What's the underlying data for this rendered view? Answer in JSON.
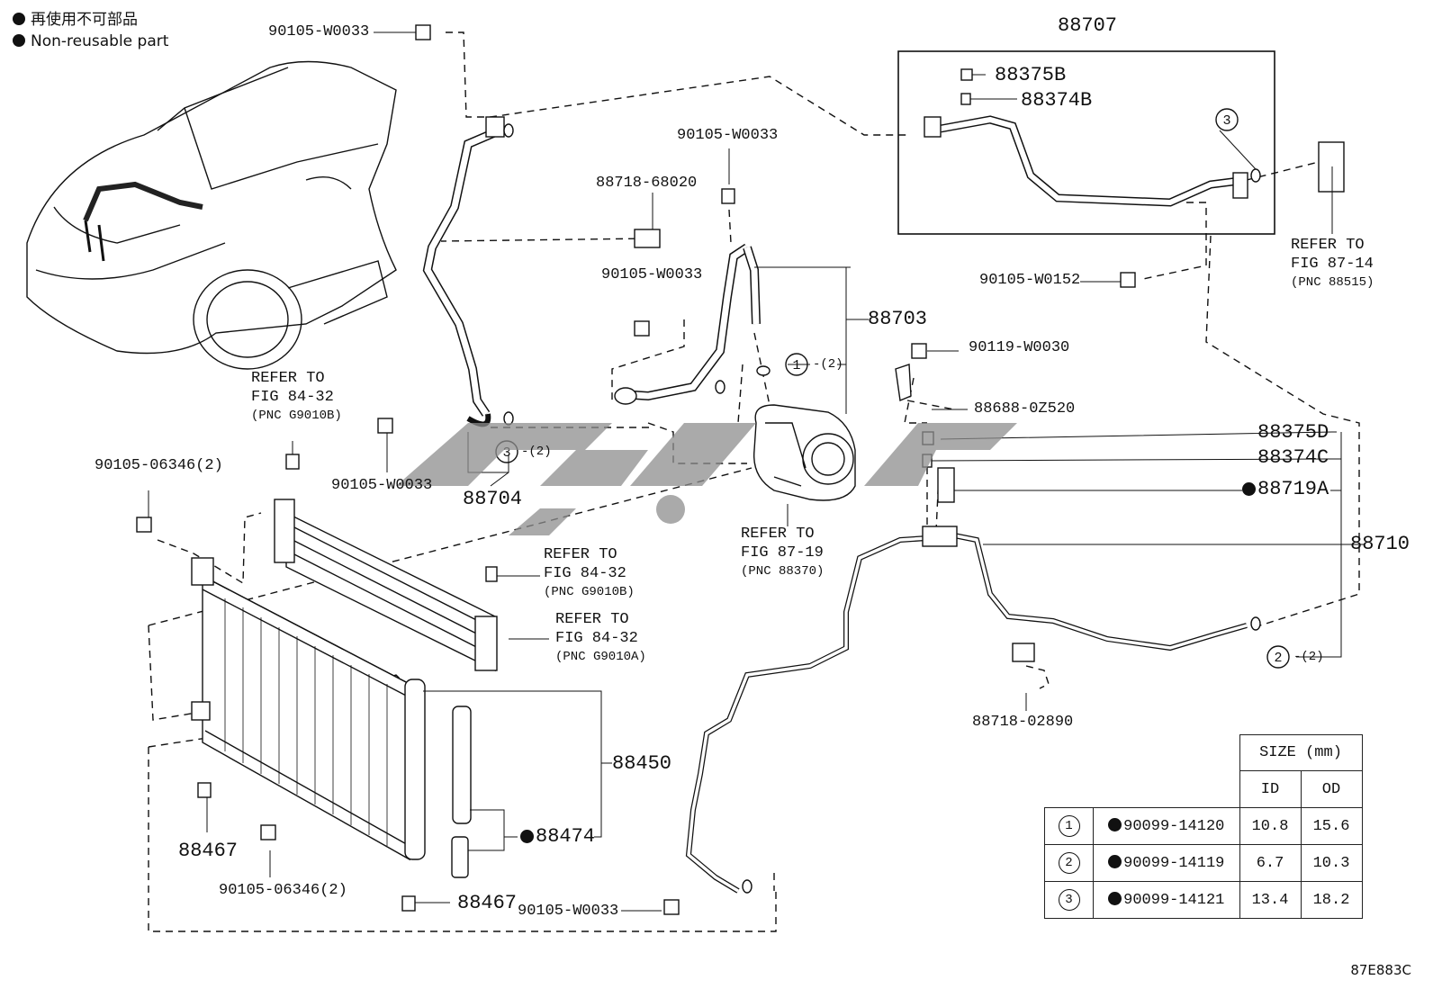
{
  "legend": {
    "line1": "再使用不可部品",
    "line2": "Non-reusable part"
  },
  "figure_code": "87E883C",
  "labels": {
    "p90105_w0033_a": "90105-W0033",
    "p90105_w0033_b": "90105-W0033",
    "p90105_w0033_c": "90105-W0033",
    "p90105_w0033_d": "90105-W0033",
    "p90105_w0033_e": "90105-W0033",
    "p88718_68020": "88718-68020",
    "p88707": "88707",
    "p88375b": "88375B",
    "p88374b": "88374B",
    "p90105_w0152": "90105-W0152",
    "p88703": "88703",
    "p90119_w0030": "90119-W0030",
    "p88688_0z520": "88688-0Z520",
    "p88375d": "88375D",
    "p88374c": "88374C",
    "p88719a": "88719A",
    "p88710": "88710",
    "p88704": "88704",
    "p90105_06346_a": "90105-06346(2)",
    "p90105_06346_b": "90105-06346(2)",
    "p88450": "88450",
    "p88474": "88474",
    "p88467_a": "88467",
    "p88467_b": "88467",
    "p88718_02890": "88718-02890",
    "c1_qty": "-(2)",
    "c2_qty": "-(2)",
    "c3_qty": "-(2)",
    "c1": "1",
    "c2": "2",
    "c3a": "3",
    "c3b": "3"
  },
  "refers": {
    "r_84_32_top": {
      "l1": "REFER TO",
      "l2": "FIG 84-32",
      "pnc": "(PNC G9010B)"
    },
    "r_84_32_mid": {
      "l1": "REFER TO",
      "l2": "FIG 84-32",
      "pnc": "(PNC G9010B)"
    },
    "r_84_32_a": {
      "l1": "REFER TO",
      "l2": "FIG 84-32",
      "pnc": "(PNC G9010A)"
    },
    "r_87_19": {
      "l1": "REFER TO",
      "l2": "FIG 87-19",
      "pnc": "(PNC 88370)"
    },
    "r_87_14": {
      "l1": "REFER TO",
      "l2": "FIG 87-14",
      "pnc": "(PNC 88515)"
    }
  },
  "size_table": {
    "header": "SIZE (mm)",
    "col_id": "ID",
    "col_od": "OD",
    "rows": [
      {
        "ref": "1",
        "part": "90099-14120",
        "id": "10.8",
        "od": "15.6"
      },
      {
        "ref": "2",
        "part": "90099-14119",
        "id": "6.7",
        "od": "10.3"
      },
      {
        "ref": "3",
        "part": "90099-14121",
        "id": "13.4",
        "od": "18.2"
      }
    ]
  }
}
